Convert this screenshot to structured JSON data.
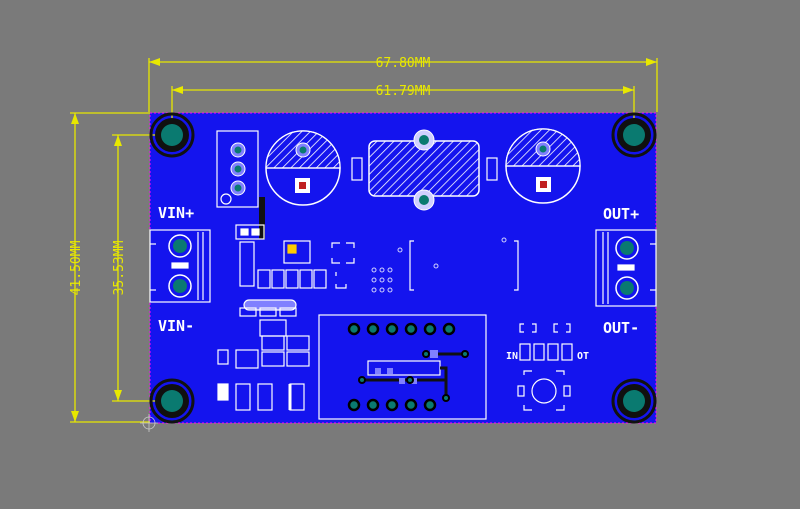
{
  "dimensions": {
    "outer_width": "67.80MM",
    "hole_span_width": "61.79MM",
    "outer_height": "41.50MM",
    "hole_span_height": "35.53MM"
  },
  "labels": {
    "vin_plus": "VIN+",
    "vin_minus": "VIN-",
    "out_plus": "OUT+",
    "out_minus": "OUT-",
    "in_small": "IN",
    "ot_small": "OT"
  },
  "colors": {
    "background": "#7a7a7a",
    "board": "#1414ee",
    "dimension": "#e8e800",
    "silkscreen": "#ffffff",
    "pad": "#0a7a70",
    "outline": "#ff00ff"
  }
}
